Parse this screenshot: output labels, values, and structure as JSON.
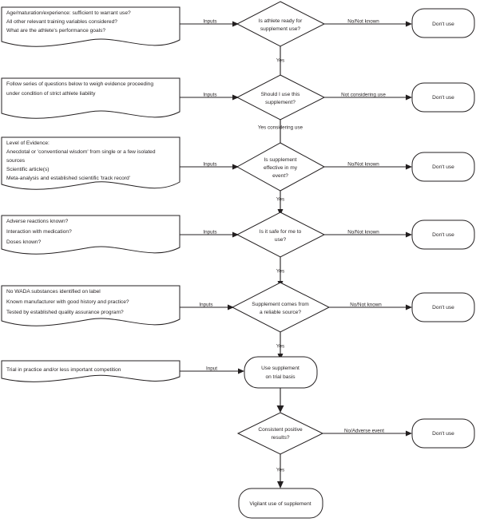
{
  "diagram": {
    "title": "Supplement decision flowchart",
    "colors": {
      "stroke": "#231f20",
      "fill": "#ffffff",
      "background": "#ffffff"
    },
    "rows": [
      {
        "id": "row-1",
        "document": {
          "lines": [
            "Age/maturation/experience: sufficient to warrant use?",
            "All other relevant training variables considered?",
            "What are the athlete's performance goals?"
          ]
        },
        "input_label": "Inputs",
        "decision": {
          "lines": [
            "Is athlete ready for",
            "supplement use?"
          ]
        },
        "no_label": "No/Not known",
        "terminal": {
          "label": "Don't use"
        },
        "yes_label": "Yes"
      },
      {
        "id": "row-2",
        "document": {
          "lines": [
            "Follow series of questions below to weigh evidence proceeding",
            "under condition of strict athlete liability"
          ]
        },
        "input_label": "Inputs",
        "decision": {
          "lines": [
            "Should I use this",
            "supplement?"
          ]
        },
        "no_label": "Not considering use",
        "terminal": {
          "label": "Don't use"
        },
        "yes_label": "Yes considering use"
      },
      {
        "id": "row-3",
        "document": {
          "lines": [
            "Level of Evidence:",
            "Anecdotal or 'conventional wisdom' from single or a few isolated",
            "sources",
            "Scientific article(s)",
            "Meta-analysis and established scientific 'track record'"
          ]
        },
        "input_label": "Inputs",
        "decision": {
          "lines": [
            "Is supplement",
            "effective in my",
            "event?"
          ]
        },
        "no_label": "No/Not known",
        "terminal": {
          "label": "Don't use"
        },
        "yes_label": "Yes"
      },
      {
        "id": "row-4",
        "document": {
          "lines": [
            "Adverse reactions known?",
            "Interaction with medication?",
            "Doses known?"
          ]
        },
        "input_label": "Inputs",
        "decision": {
          "lines": [
            "Is it safe for me to",
            "use?"
          ]
        },
        "no_label": "No/Not  known",
        "terminal": {
          "label": "Don't use"
        },
        "yes_label": "Yes"
      },
      {
        "id": "row-5",
        "document": {
          "lines": [
            "No WADA substances identified on label",
            "Known manufacturer with good history and practice?",
            "Tested by established quality assurance program?"
          ]
        },
        "input_label": "Inputs",
        "decision": {
          "lines": [
            "Supplement comes from",
            "a reliable source?"
          ]
        },
        "no_label": "No/Not known",
        "terminal": {
          "label": "Don't use"
        },
        "yes_label": "Yes"
      },
      {
        "id": "row-6",
        "document": {
          "lines": [
            "Trial in practice and/or less important competition"
          ]
        },
        "input_label": "Input",
        "process": {
          "lines": [
            "Use supplement",
            "on trial basis"
          ]
        }
      },
      {
        "id": "row-7",
        "decision": {
          "lines": [
            "Consistent positive",
            "results?"
          ]
        },
        "no_label": "No/Adverse event",
        "terminal": {
          "label": "Don't use"
        },
        "yes_label": "Yes"
      },
      {
        "id": "row-8",
        "process": {
          "lines": [
            "Vigilant use of supplement"
          ]
        }
      }
    ]
  }
}
